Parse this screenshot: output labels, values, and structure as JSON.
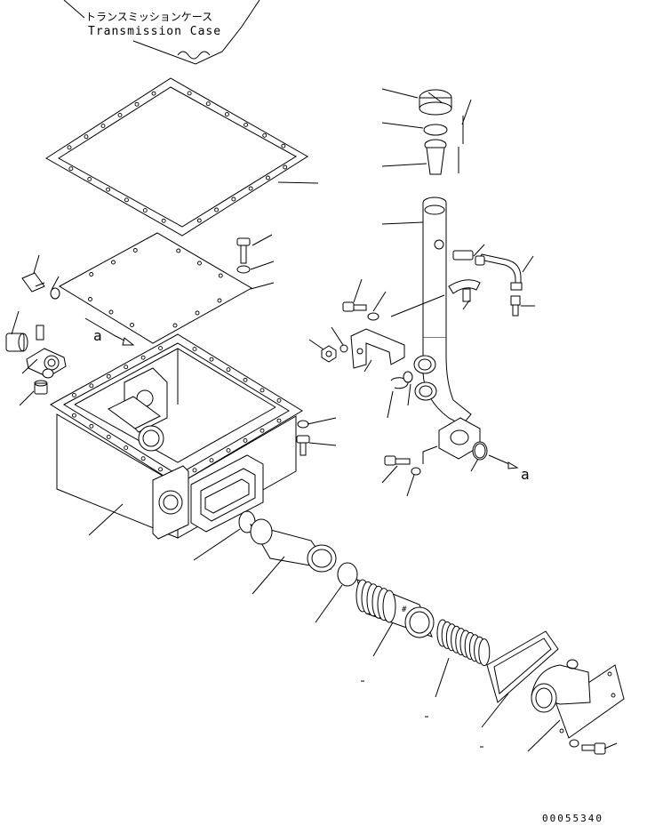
{
  "labels": {
    "transmission_case_jp": "トランスミッションケース",
    "transmission_case_en": "Transmission Case",
    "ref_a_left": "a",
    "ref_a_right": "a",
    "drawing_code": "00055340"
  }
}
